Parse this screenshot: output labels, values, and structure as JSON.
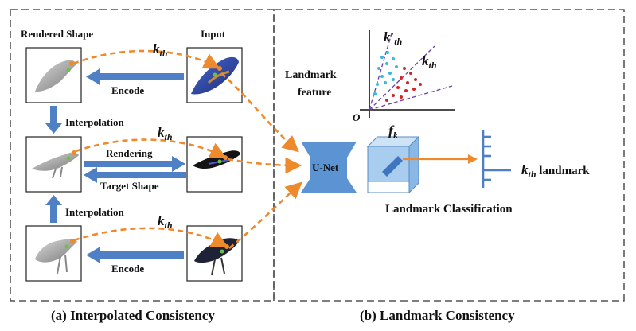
{
  "panel_a": {
    "caption": "(a) Interpolated Consistency",
    "rendered_shape_label": "Rendered Shape",
    "input_label": "Input",
    "encode_top": "Encode",
    "interpolation_top": "Interpolation",
    "rendering": "Rendering",
    "target_shape": "Target Shape",
    "interpolation_bottom": "Interpolation",
    "encode_bottom": "Encode",
    "k_label": "k",
    "k_sub": "th"
  },
  "panel_b": {
    "caption": "(b) Landmark Consistency",
    "landmark_feature_line1": "Landmark",
    "landmark_feature_line2": "feature",
    "origin": "O",
    "k_prime": "k′",
    "k_prime_sub": "th",
    "k": "k",
    "k_sub": "th",
    "unet": "U-Net",
    "fk": "f",
    "fk_sub": "k",
    "landmark_classification": "Landmark Classification",
    "kth_landmark_k": "k",
    "kth_landmark_sub": "th",
    "kth_landmark_rest": " landmark"
  },
  "colors": {
    "arrow_blue": "#4f7fc4",
    "dash_orange": "#ee8a2c",
    "unet_blue": "#5b93d3",
    "cube_blue": "#a8cdef",
    "cyan_points": "#3bb6e0",
    "red_points": "#d8222a",
    "purple_line": "#6b3fa0"
  }
}
